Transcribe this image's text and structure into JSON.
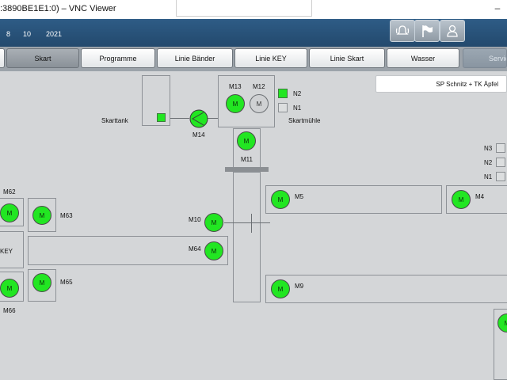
{
  "window": {
    "title": ":3890BE1E1:0) – VNC Viewer",
    "minimize_label": "–"
  },
  "header": {
    "date_day": "8",
    "date_month": "10",
    "date_year": "2021",
    "buttons": [
      "alarm-bell-icon",
      "flag-icon",
      "user-icon"
    ]
  },
  "nav": {
    "items": [
      {
        "label": ""
      },
      {
        "label": "Skart"
      },
      {
        "label": "Programme"
      },
      {
        "label": "Linie Bänder"
      },
      {
        "label": "Linie KEY"
      },
      {
        "label": "Linie Skart"
      },
      {
        "label": "Wasser"
      },
      {
        "label": "Service"
      }
    ],
    "active_index": 1
  },
  "program_panel": {
    "text": "SP Schnitz + TK Äpfel"
  },
  "labels": {
    "skarttank": "Skarttank",
    "skartmuehle": "Skartmühle",
    "key": "KEY"
  },
  "motors": {
    "m13": "M13",
    "m12": "M12",
    "m14": "M14",
    "m11": "M11",
    "m62": "M62",
    "m63": "M63",
    "m10": "M10",
    "m64": "M64",
    "m65": "M65",
    "m66": "M66",
    "m5": "M5",
    "m4": "M4",
    "m9": "M9",
    "symbol": "M"
  },
  "level_indicators": {
    "mill_n2": "N2",
    "mill_n1": "N1",
    "right_n3": "N3",
    "right_n2": "N2",
    "right_n1": "N1"
  },
  "colors": {
    "running": "#22e622",
    "stopped": "#cfd1d3",
    "header": "#2e5c86"
  }
}
